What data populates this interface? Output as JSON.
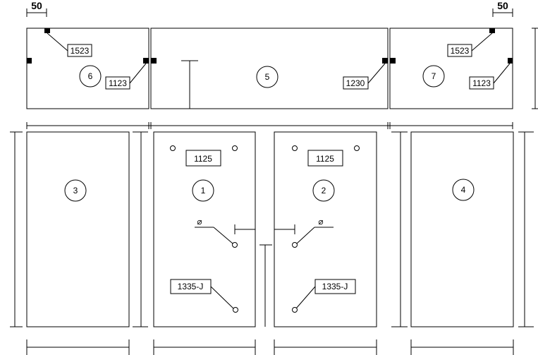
{
  "dimensions": {
    "left_offset": "50",
    "right_offset": "50"
  },
  "panels": [
    {
      "id": "panel-1",
      "number": "1"
    },
    {
      "id": "panel-2",
      "number": "2"
    },
    {
      "id": "panel-3",
      "number": "3"
    },
    {
      "id": "panel-4",
      "number": "4"
    },
    {
      "id": "panel-5",
      "number": "5"
    },
    {
      "id": "panel-6",
      "number": "6"
    },
    {
      "id": "panel-7",
      "number": "7"
    }
  ],
  "part_labels": {
    "panel_6_top": "1523",
    "panel_6_right": "1123",
    "panel_5_right": "1230",
    "panel_7_top": "1523",
    "panel_7_left": "1123",
    "panel_1_top": "1125",
    "panel_2_top": "1125",
    "panel_1_bottom": "1335-J",
    "panel_2_bottom": "1335-J"
  },
  "symbols": {
    "diameter": "⌀"
  }
}
